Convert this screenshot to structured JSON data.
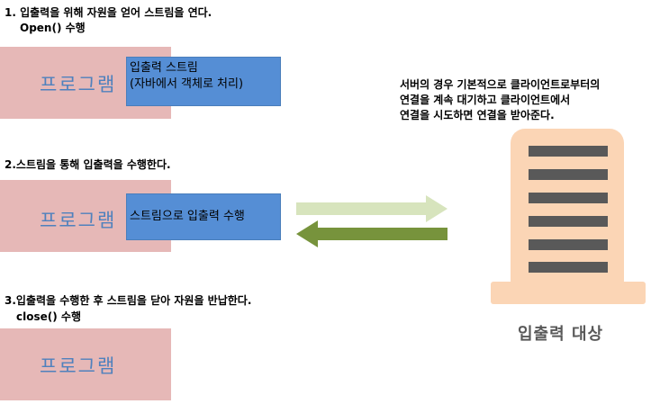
{
  "steps": [
    {
      "title": "1. 입출력을 위해 자원을 얻어 스트림을 연다.",
      "subtitle": "Open() 수행",
      "program_label": "프로그램",
      "box_lines": [
        "입출력 스트림",
        "(자바에서 객체로 처리)"
      ]
    },
    {
      "title": "2.스트림을 통해 입출력을 수행한다.",
      "program_label": "프로그램",
      "box_lines": [
        "스트림으로 입출력 수행"
      ]
    },
    {
      "title": "3.입출력을 수행한 후 스트림을 닫아 자원을 반납한다.",
      "subtitle": "close() 수행",
      "program_label": "프로그램"
    }
  ],
  "server_note": [
    "서버의 경우 기본적으로 클라이언트로부터의",
    "연결을 계속 대기하고 클라이언트에서",
    "연결을 시도하면 연결을 받아준다."
  ],
  "target_label": "입출력 대상",
  "colors": {
    "program_box": "#e6b8b7",
    "program_text": "#4f81bd",
    "stream_box": "#558ed5",
    "arrow_right": "#d7e4bd",
    "arrow_left": "#77933c",
    "device_body": "#fbd5b5",
    "device_slot": "#595959"
  }
}
